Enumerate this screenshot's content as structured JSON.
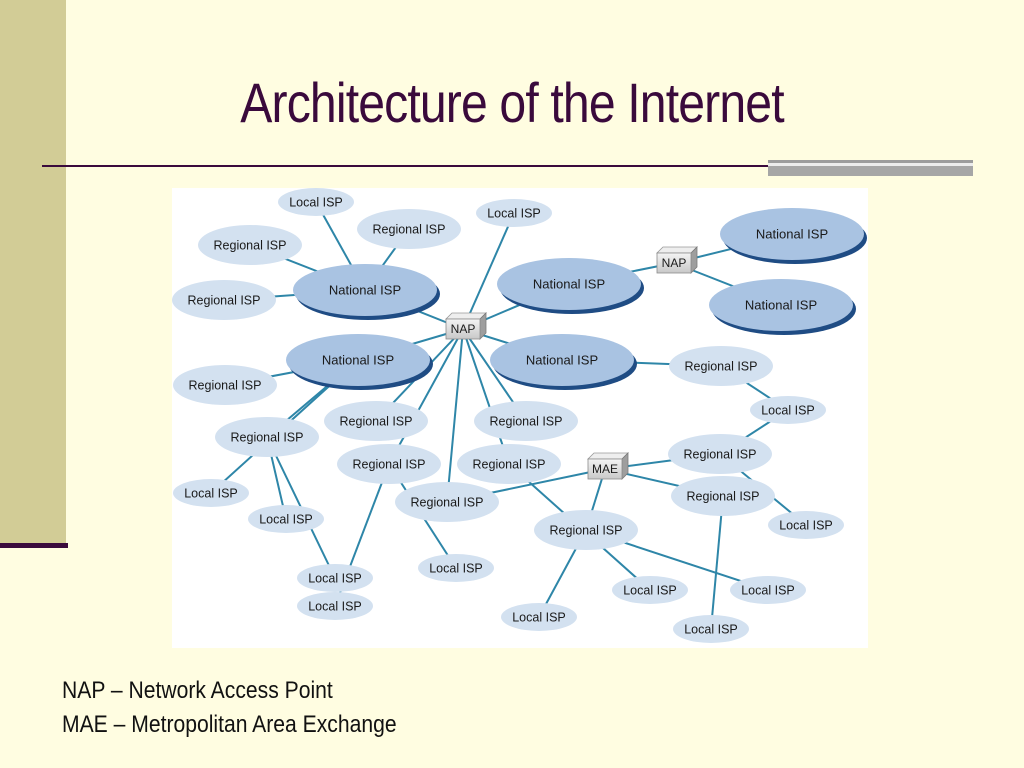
{
  "slide": {
    "title": "Architecture of the Internet",
    "legend": [
      "NAP – Network Access Point",
      "MAE – Metropolitan Area Exchange"
    ]
  },
  "colors": {
    "background": "#FFFDE1",
    "side_band": "#D2CC96",
    "accent": "#3A0A3C",
    "national_fill": "#A9C3E2",
    "national_shadow": "#1F4C84",
    "regional_fill": "#D3E1F0",
    "exchange_fill": "#DCDCDC",
    "line": "#2E86A8"
  },
  "diagram": {
    "nodes": {
      "n1": {
        "label": "National ISP",
        "type": "national"
      },
      "n2": {
        "label": "National ISP",
        "type": "national"
      },
      "n3": {
        "label": "National ISP",
        "type": "national"
      },
      "n4": {
        "label": "National ISP",
        "type": "national"
      },
      "n5": {
        "label": "National ISP",
        "type": "national"
      },
      "n6": {
        "label": "National ISP",
        "type": "national"
      },
      "nap1": {
        "label": "NAP",
        "type": "exchange"
      },
      "nap2": {
        "label": "NAP",
        "type": "exchange"
      },
      "mae": {
        "label": "MAE",
        "type": "exchange"
      },
      "r1": {
        "label": "Regional ISP",
        "type": "regional"
      },
      "r2": {
        "label": "Regional ISP",
        "type": "regional"
      },
      "r3": {
        "label": "Regional ISP",
        "type": "regional"
      },
      "r4": {
        "label": "Regional ISP",
        "type": "regional"
      },
      "r5": {
        "label": "Regional ISP",
        "type": "regional"
      },
      "r6": {
        "label": "Regional ISP",
        "type": "regional"
      },
      "r7": {
        "label": "Regional ISP",
        "type": "regional"
      },
      "r8": {
        "label": "Regional ISP",
        "type": "regional"
      },
      "r9": {
        "label": "Regional ISP",
        "type": "regional"
      },
      "r10": {
        "label": "Regional ISP",
        "type": "regional"
      },
      "r11": {
        "label": "Regional ISP",
        "type": "regional"
      },
      "r12": {
        "label": "Regional ISP",
        "type": "regional"
      },
      "r13": {
        "label": "Regional ISP",
        "type": "regional"
      },
      "r14": {
        "label": "Regional ISP",
        "type": "regional"
      },
      "r15": {
        "label": "Regional ISP",
        "type": "regional"
      },
      "l1": {
        "label": "Local ISP",
        "type": "local"
      },
      "l2": {
        "label": "Local ISP",
        "type": "local"
      },
      "l3": {
        "label": "Local ISP",
        "type": "local"
      },
      "l4": {
        "label": "Local ISP",
        "type": "local"
      },
      "l5": {
        "label": "Local ISP",
        "type": "local"
      },
      "l6": {
        "label": "Local ISP",
        "type": "local"
      },
      "l7": {
        "label": "Local ISP",
        "type": "local"
      },
      "l8": {
        "label": "Local ISP",
        "type": "local"
      },
      "l9": {
        "label": "Local ISP",
        "type": "local"
      },
      "l10": {
        "label": "Local ISP",
        "type": "local"
      },
      "l11": {
        "label": "Local ISP",
        "type": "local"
      },
      "l12": {
        "label": "Local ISP",
        "type": "local"
      },
      "l13": {
        "label": "Local ISP",
        "type": "local"
      }
    },
    "edges": [
      [
        "n1",
        "l1"
      ],
      [
        "n1",
        "r1"
      ],
      [
        "n1",
        "r2"
      ],
      [
        "n1",
        "r3"
      ],
      [
        "n1",
        "nap1"
      ],
      [
        "n2",
        "r4"
      ],
      [
        "n2",
        "r5"
      ],
      [
        "n2",
        "l2"
      ],
      [
        "n2",
        "nap1"
      ],
      [
        "r5",
        "l3"
      ],
      [
        "r5",
        "l4"
      ],
      [
        "nap1",
        "l5"
      ],
      [
        "nap1",
        "n3"
      ],
      [
        "nap1",
        "n4"
      ],
      [
        "nap1",
        "r6"
      ],
      [
        "nap1",
        "r7"
      ],
      [
        "nap1",
        "r8"
      ],
      [
        "nap1",
        "r9"
      ],
      [
        "nap1",
        "r10"
      ],
      [
        "n3",
        "nap2"
      ],
      [
        "nap2",
        "n5"
      ],
      [
        "nap2",
        "n6"
      ],
      [
        "n4",
        "r11"
      ],
      [
        "r11",
        "l6"
      ],
      [
        "l6",
        "r12"
      ],
      [
        "r12",
        "mae"
      ],
      [
        "r12",
        "l7"
      ],
      [
        "r10",
        "mae"
      ],
      [
        "mae",
        "r13"
      ],
      [
        "mae",
        "r14"
      ],
      [
        "r8",
        "l8"
      ],
      [
        "r8",
        "l9"
      ],
      [
        "r9",
        "l10"
      ],
      [
        "r14",
        "l11"
      ],
      [
        "r13",
        "l12"
      ],
      [
        "r13",
        "l13"
      ],
      [
        "r15",
        "l12"
      ]
    ]
  }
}
